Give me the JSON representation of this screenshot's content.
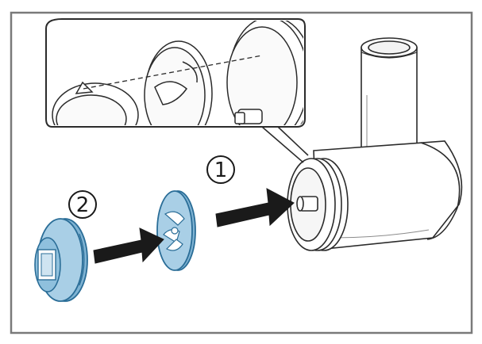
{
  "figure": {
    "steps": [
      {
        "number": "1"
      },
      {
        "number": "2"
      }
    ]
  },
  "colors": {
    "frame": "#7a7a7a",
    "line": "#2b2b2b",
    "arrow": "#1a1a1a",
    "highlight_fill": "#a9cfe6",
    "highlight_stroke": "#3a88b8",
    "highlight_dark": "#2a6d97",
    "machine_fill": "#ffffff"
  },
  "icons": [
    "magnify-callout",
    "push-arrow"
  ]
}
